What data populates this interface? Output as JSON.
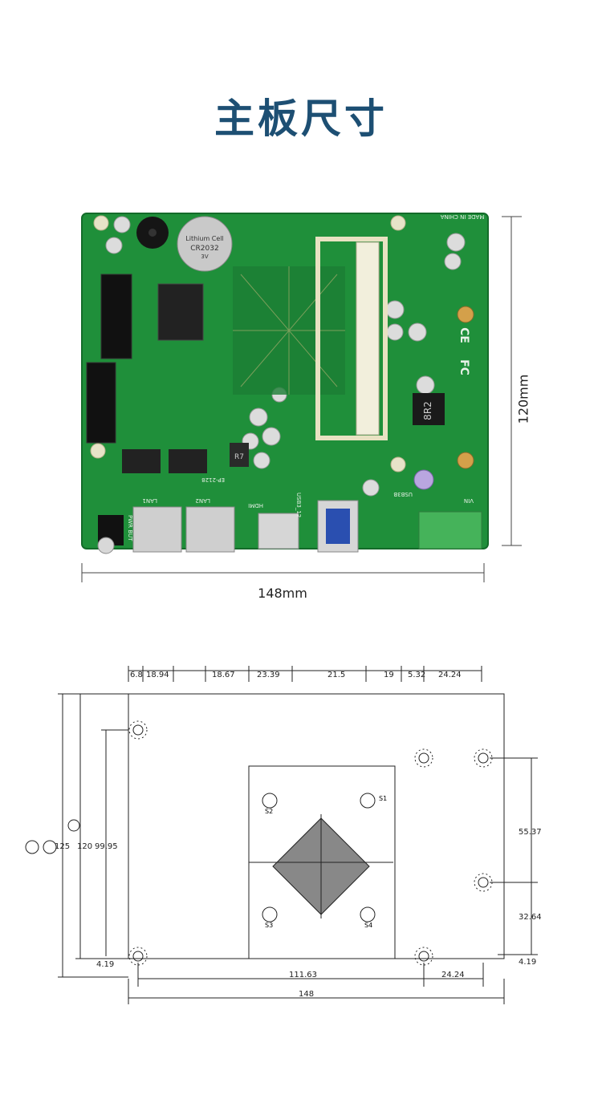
{
  "title": "主板尺寸",
  "photo": {
    "width_label": "148mm",
    "height_label": "120mm",
    "markings": {
      "battery_1": "Lithium Cell",
      "battery_2": "CR2032",
      "battery_3": "3V",
      "made_in": "MADE IN CHINA",
      "model": "EP-2128",
      "lan1": "LAN1",
      "lan2": "LAN2",
      "pwr": "PWR BUT",
      "hdmi": "HDMI",
      "usb3": "USB3_12",
      "usb3b": "USB3B",
      "vin": "VIN",
      "inductor": "8R2",
      "r7": "R7",
      "fc": "FC",
      "ce": "CE"
    }
  },
  "drawing": {
    "top_dims": [
      "6.8",
      "18.94",
      "18.67",
      "23.39",
      "21.5",
      "19",
      "5.32",
      "24.24"
    ],
    "left_dims": [
      "125",
      "120",
      "99.95",
      "4.19"
    ],
    "right_dims": [
      "55.37",
      "32.64",
      "4.19"
    ],
    "bottom_dims": [
      "111.63",
      "24.24",
      "148"
    ],
    "holes": [
      "S1",
      "S2",
      "S3",
      "S4"
    ]
  },
  "colors": {
    "title": "#1d4f73",
    "pcb": "#1f8f3a",
    "pcb_dark": "#146b2a"
  }
}
